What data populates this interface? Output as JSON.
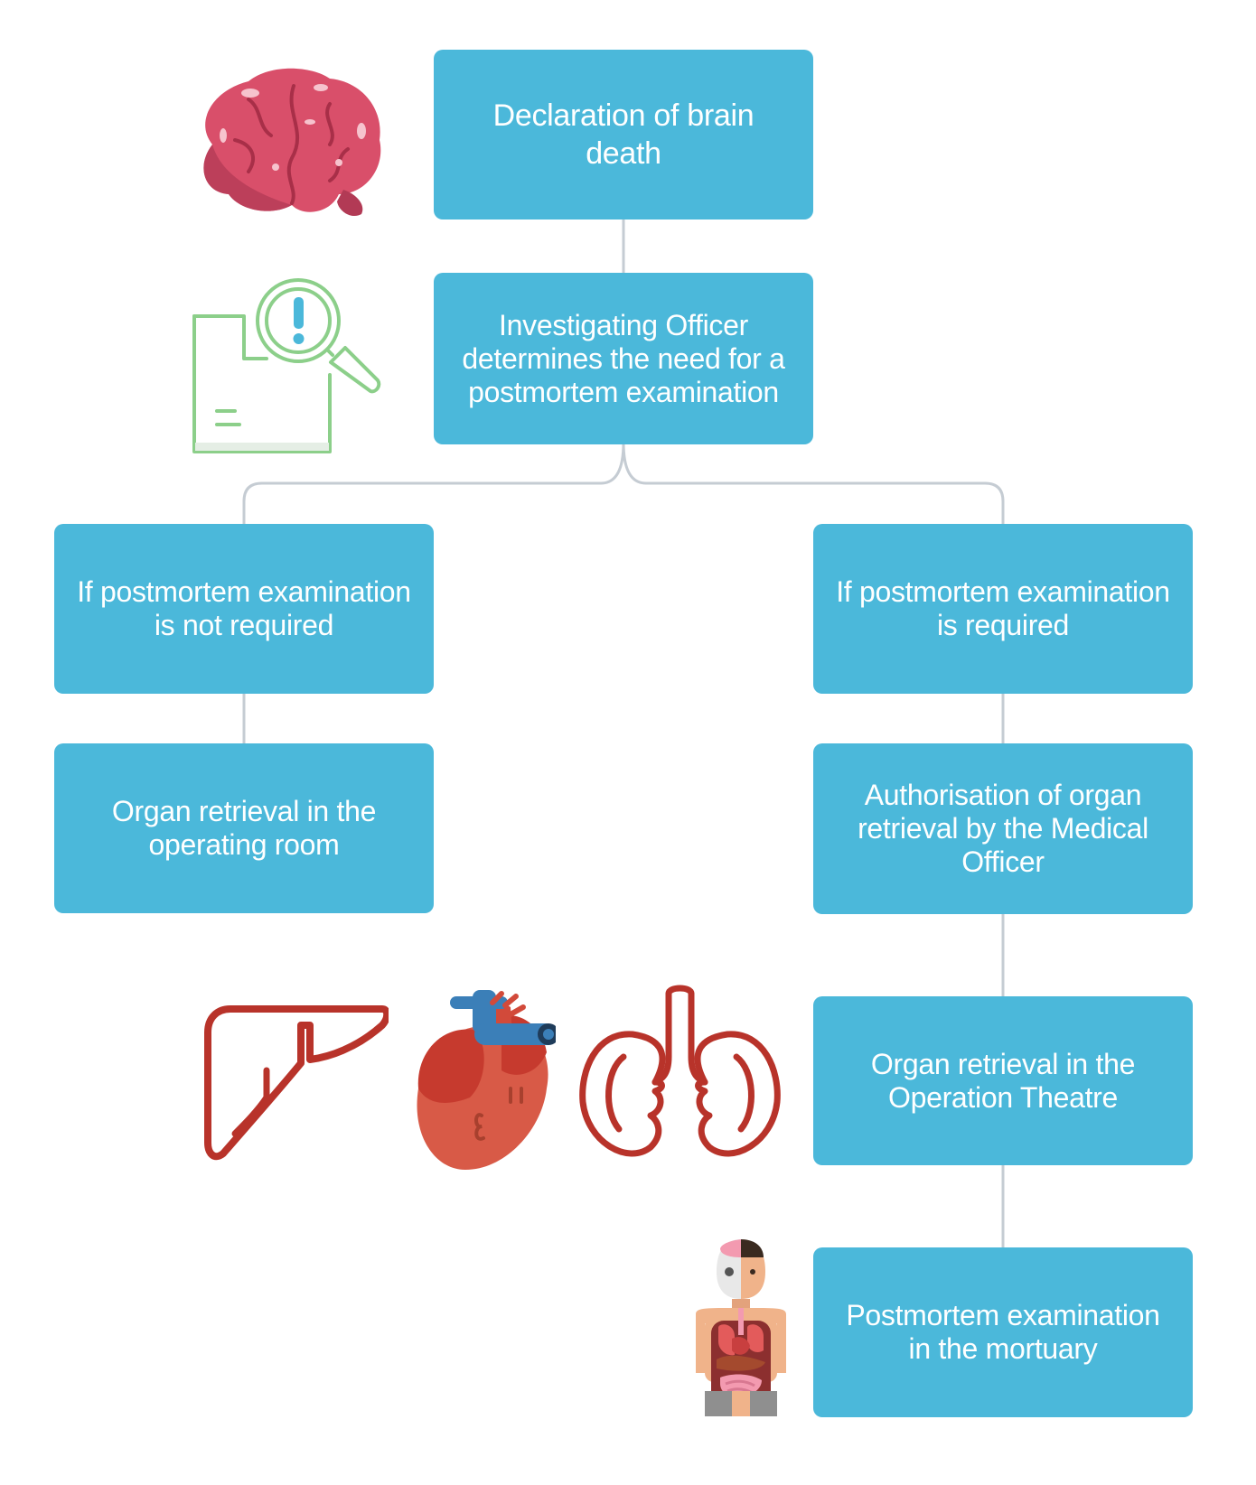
{
  "diagram": {
    "nodes": [
      {
        "id": "brain-death",
        "label": "Declaration of brain death"
      },
      {
        "id": "investigating-officer",
        "label": "Investigating Officer determines the need for a postmortem examination"
      },
      {
        "id": "not-required",
        "label": "If postmortem examination is not required"
      },
      {
        "id": "required",
        "label": "If postmortem examination is required"
      },
      {
        "id": "retrieval-operating-room",
        "label": "Organ retrieval in the operating room"
      },
      {
        "id": "authorisation",
        "label": "Authorisation of organ retrieval by the Medical Officer"
      },
      {
        "id": "retrieval-operation-theatre",
        "label": "Organ retrieval in the Operation Theatre"
      },
      {
        "id": "postmortem-mortuary",
        "label": "Postmortem examination in the mortuary"
      }
    ],
    "edges": [
      {
        "from": "brain-death",
        "to": "investigating-officer"
      },
      {
        "from": "investigating-officer",
        "to": "not-required"
      },
      {
        "from": "investigating-officer",
        "to": "required"
      },
      {
        "from": "not-required",
        "to": "retrieval-operating-room"
      },
      {
        "from": "required",
        "to": "authorisation"
      },
      {
        "from": "authorisation",
        "to": "retrieval-operation-theatre"
      },
      {
        "from": "retrieval-operation-theatre",
        "to": "postmortem-mortuary"
      }
    ],
    "icons": [
      "brain-icon",
      "document-search-icon",
      "liver-icon",
      "heart-icon",
      "kidneys-icon",
      "human-anatomy-icon"
    ]
  },
  "colors": {
    "box_fill": "#4bb8da",
    "box_text": "#ffffff",
    "connector": "#c5ccd3",
    "organ_red": "#b8332a",
    "brain_pink": "#d94f6a",
    "document_green": "#8ccf8a"
  }
}
